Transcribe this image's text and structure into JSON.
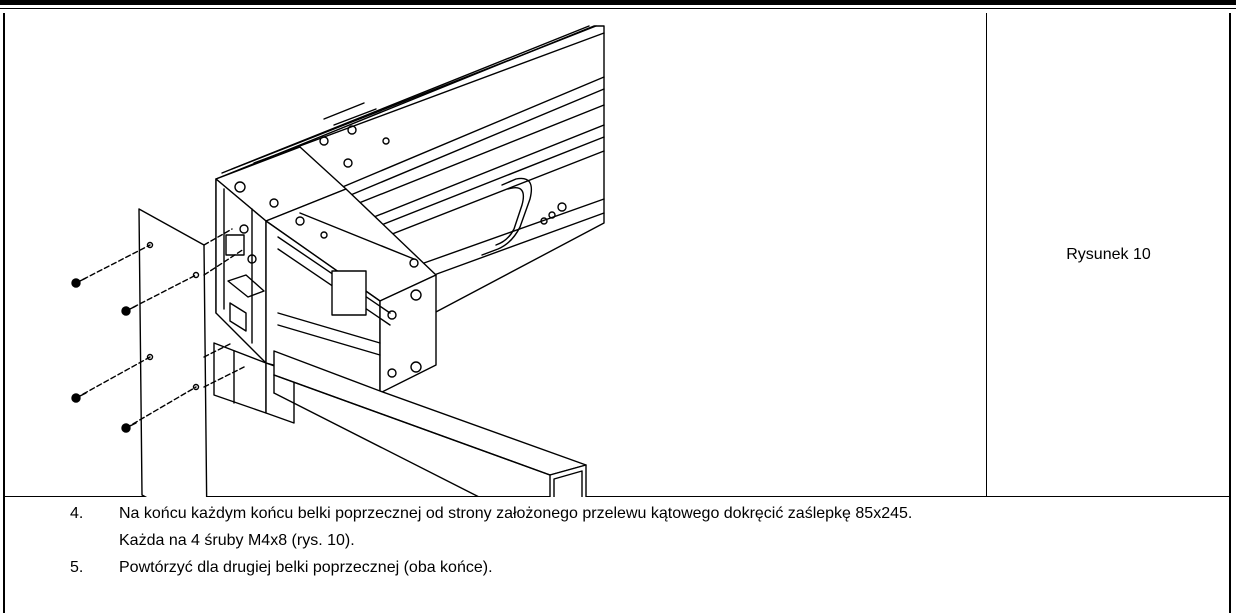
{
  "figure": {
    "caption": "Rysunek 10"
  },
  "steps": [
    {
      "number": "4.",
      "line1": "Na końcu każdym końcu belki poprzecznej od strony założonego przelewu kątowego dokręcić zaślepkę 85x245.",
      "line2": "Każda na 4 śruby M4x8 (rys. 10)."
    },
    {
      "number": "5.",
      "line1": "Powtórzyć dla drugiej belki poprzecznej (oba końce)."
    }
  ]
}
